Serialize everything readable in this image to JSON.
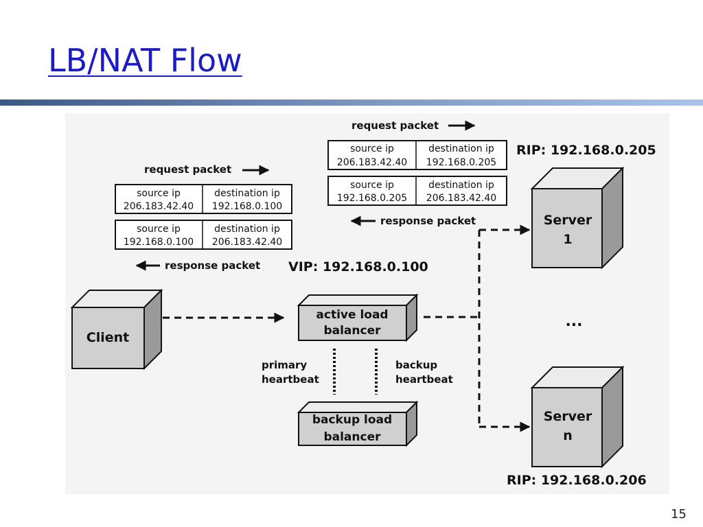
{
  "slide": {
    "title": "LB/NAT Flow",
    "page_number": "15"
  },
  "diagram": {
    "labels": {
      "request_packet_left": "request packet",
      "response_packet_left": "response packet",
      "request_packet_right": "request packet",
      "response_packet_right": "response packet",
      "vip": "VIP: 192.168.0.100",
      "rip_server1": "RIP: 192.168.0.205",
      "rip_servern": "RIP: 192.168.0.206",
      "primary_heartbeat_1": "primary",
      "primary_heartbeat_2": "heartbeat",
      "backup_heartbeat_1": "backup",
      "backup_heartbeat_2": "heartbeat",
      "ellipsis": "..."
    },
    "nodes": {
      "client": "Client",
      "active_lb_1": "active load",
      "active_lb_2": "balancer",
      "backup_lb_1": "backup load",
      "backup_lb_2": "balancer",
      "server1_1": "Server",
      "server1_2": "1",
      "servern_1": "Server",
      "servern_2": "n"
    },
    "packet_tables": {
      "header_source": "source ip",
      "header_destination": "destination ip",
      "left_request": {
        "source": "206.183.42.40",
        "destination": "192.168.0.100"
      },
      "left_response": {
        "source": "192.168.0.100",
        "destination": "206.183.42.40"
      },
      "right_request": {
        "source": "206.183.42.40",
        "destination": "192.168.0.205"
      },
      "right_response": {
        "source": "192.168.0.205",
        "destination": "206.183.42.40"
      }
    }
  }
}
